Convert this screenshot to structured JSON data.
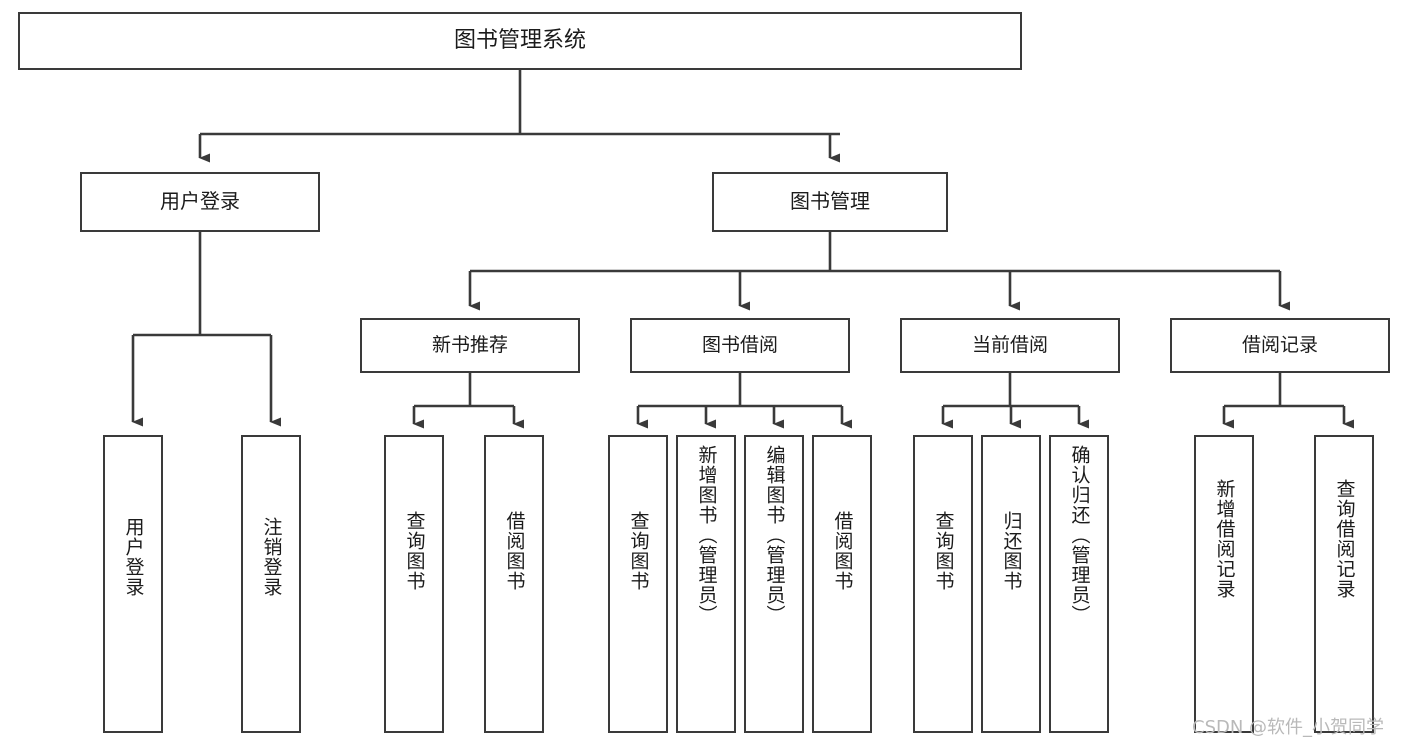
{
  "diagram": {
    "title": "图书管理系统",
    "type": "tree",
    "root": {
      "label": "图书管理系统",
      "children": [
        {
          "label": "用户登录",
          "children": [
            {
              "label": "用户登录"
            },
            {
              "label": "注销登录"
            }
          ]
        },
        {
          "label": "图书管理",
          "children": [
            {
              "label": "新书推荐",
              "children": [
                {
                  "label": "查询图书"
                },
                {
                  "label": "借阅图书"
                }
              ]
            },
            {
              "label": "图书借阅",
              "children": [
                {
                  "label": "查询图书"
                },
                {
                  "label": "新增图书（管理员）"
                },
                {
                  "label": "编辑图书（管理员）"
                },
                {
                  "label": "借阅图书"
                }
              ]
            },
            {
              "label": "当前借阅",
              "children": [
                {
                  "label": "查询图书"
                },
                {
                  "label": "归还图书"
                },
                {
                  "label": "确认归还（管理员）"
                }
              ]
            },
            {
              "label": "借阅记录",
              "children": [
                {
                  "label": "新增借阅记录"
                },
                {
                  "label": "查询借阅记录"
                }
              ]
            }
          ]
        }
      ]
    }
  },
  "nodes": {
    "root": "图书管理系统",
    "user_login": "用户登录",
    "book_manage": "图书管理",
    "new_book_rec": "新书推荐",
    "book_borrow": "图书借阅",
    "current_borrow": "当前借阅",
    "borrow_record": "借阅记录",
    "leaf_user_login": "用户登录",
    "leaf_logout": "注销登录",
    "leaf_query_book_1": "查询图书",
    "leaf_borrow_book_1": "借阅图书",
    "leaf_query_book_2": "查询图书",
    "leaf_add_book_admin": "新增图书（管理员）",
    "leaf_edit_book_admin": "编辑图书（管理员）",
    "leaf_borrow_book_2": "借阅图书",
    "leaf_query_book_3": "查询图书",
    "leaf_return_book": "归还图书",
    "leaf_confirm_return_admin": "确认归还（管理员）",
    "leaf_add_record": "新增借阅记录",
    "leaf_query_record": "查询借阅记录"
  },
  "watermark": {
    "text": "CSDN @软件_小贺同学"
  },
  "colors": {
    "border": "#3a3a3a",
    "background": "#ffffff",
    "text": "#1b1b1b",
    "watermark": "#b9b9b9"
  }
}
